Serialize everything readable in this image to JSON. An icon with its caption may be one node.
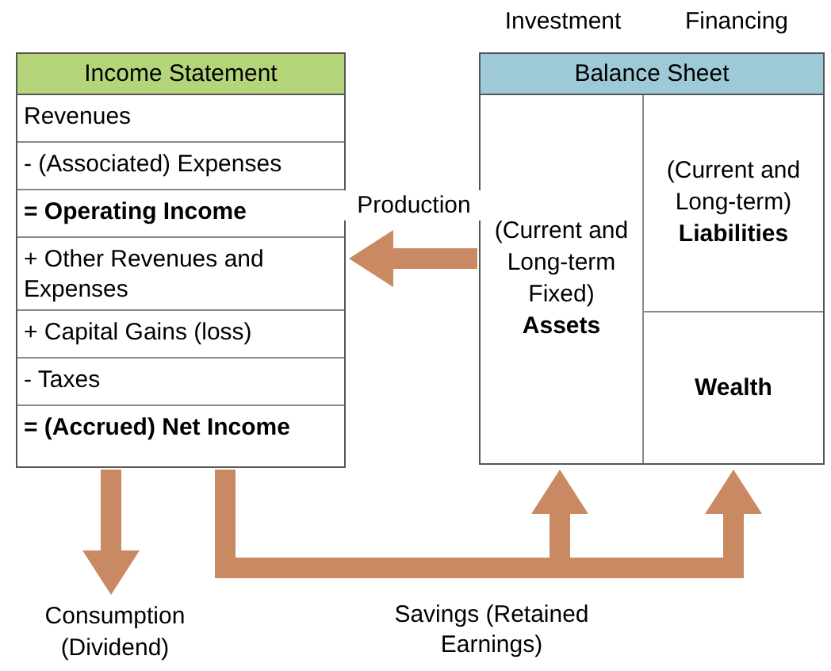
{
  "diagram": {
    "nodes": [
      {
        "text": [
          "Income Statement"
        ]
      },
      {
        "text": [
          "Revenues"
        ],
        "in": 0
      },
      {
        "text": [
          "- (Associated) Expenses"
        ],
        "in": 0
      },
      {
        "text": [
          "= Operating Income"
        ],
        "in": 0
      },
      {
        "text": [
          "+ Other Revenues and Expenses"
        ],
        "in": 0
      },
      {
        "text": [
          "+ Capital Gains (loss)"
        ],
        "in": 0
      },
      {
        "text": [
          "- Taxes"
        ],
        "in": 0
      },
      {
        "text": [
          "= (Accrued) Net Income"
        ],
        "in": 0
      },
      {
        "text": [
          "Balance Sheet"
        ]
      },
      {
        "text": [
          "(Current and Long-term Fixed) **Assets**"
        ],
        "in": 8
      },
      {
        "text": [
          "(Current and Long-term) **Liabilities**"
        ],
        "in": 8
      },
      {
        "text": [
          "Wealth"
        ],
        "in": 8
      },
      {
        "text": [
          "Consumption (Dividend)"
        ]
      }
    ],
    "edges": [
      {
        "from": 7,
        "to": 12,
        "arrow": "to"
      },
      {
        "from": 9,
        "to": 0,
        "arrow": "to",
        "label": "Production"
      },
      {
        "from": 7,
        "to": 9,
        "arrow": "to",
        "label": "Savings (Retained Earnings)"
      },
      {
        "from": 7,
        "to": 11,
        "arrow": "to"
      }
    ],
    "labels": [
      "Investment",
      "Financing"
    ]
  }
}
